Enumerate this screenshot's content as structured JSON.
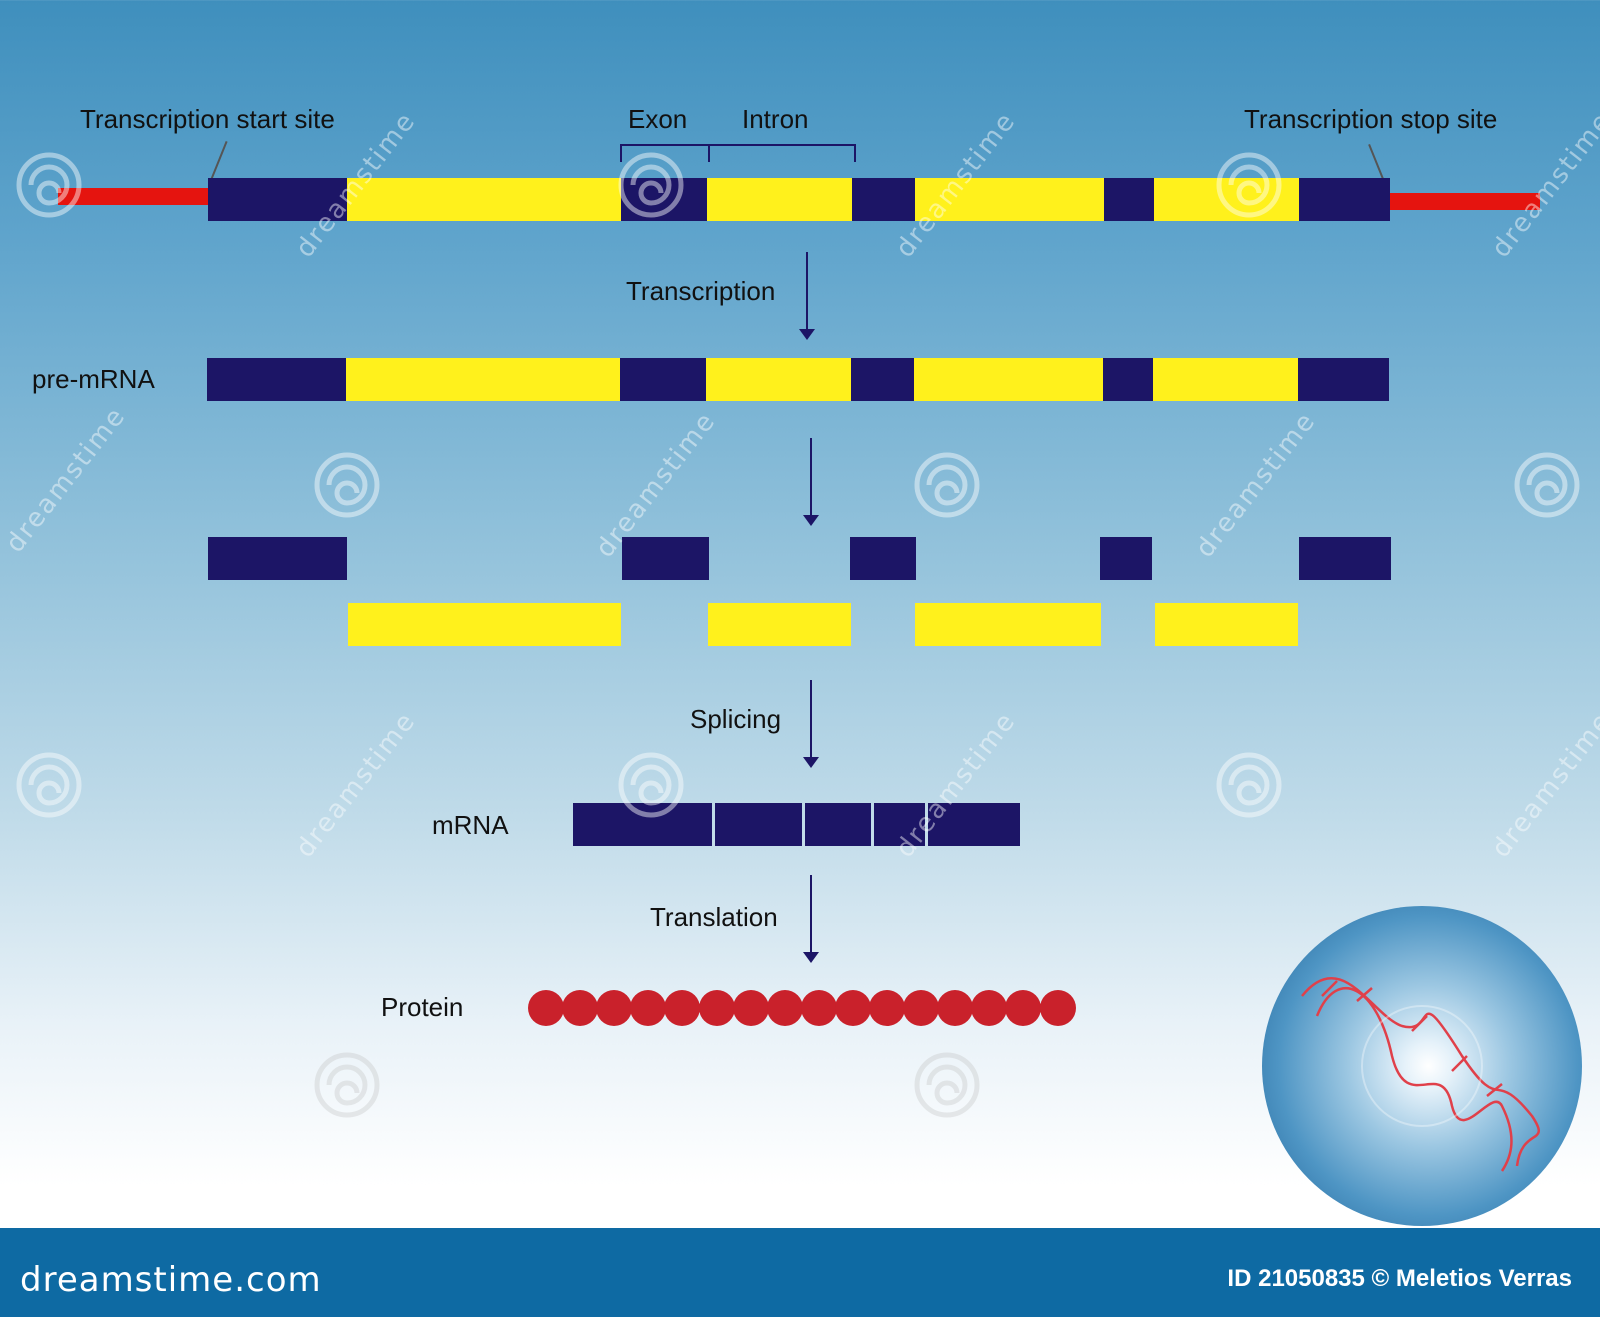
{
  "labels": {
    "transcription_start_site": "Transcription start site",
    "exon": "Exon",
    "intron": "Intron",
    "transcription_stop_site": "Transcription stop site",
    "transcription": "Transcription",
    "pre_mrna": "pre-mRNA",
    "splicing": "Splicing",
    "mrna": "mRNA",
    "translation": "Translation",
    "protein": "Protein"
  },
  "watermark": {
    "brand": "dreamstime",
    "footer_brand": "dreamstime.com",
    "footer_id": "ID 21050835 © Meletios Verras"
  },
  "colors": {
    "exon": "#1c1566",
    "intron": "#fff11c",
    "flank": "#e5140f",
    "amino_acid": "#c9212b",
    "footer": "#0e6aa3"
  },
  "protein_bead_count": 16
}
